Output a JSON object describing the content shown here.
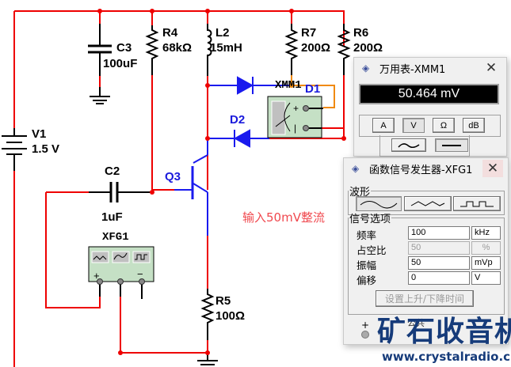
{
  "components": {
    "v1": {
      "ref": "V1",
      "value": "1.5 V"
    },
    "c3": {
      "ref": "C3",
      "value": "100uF"
    },
    "r4": {
      "ref": "R4",
      "value": "68kΩ"
    },
    "l2": {
      "ref": "L2",
      "value": "15mH"
    },
    "r7": {
      "ref": "R7",
      "value": "200Ω"
    },
    "r6": {
      "ref": "R6",
      "value": "200Ω"
    },
    "c2": {
      "ref": "C2",
      "value": "1uF"
    },
    "q3": {
      "ref": "Q3"
    },
    "r5": {
      "ref": "R5",
      "value": "100Ω"
    },
    "d1": {
      "ref": "D1"
    },
    "d2": {
      "ref": "D2"
    },
    "xmm1": {
      "ref": "XMM1"
    },
    "xfg1": {
      "ref": "XFG1",
      "terminals": [
        "+",
        "",
        "−"
      ]
    }
  },
  "annotation": "输入50mV整流",
  "colors": {
    "wire_red": "#ee0000",
    "wire_blue": "#1a1aee",
    "wire_orange": "#f08a10",
    "instrument_green": "#c5e0c5",
    "label_blue": "#1a1adc",
    "annotation": "#f0484e"
  },
  "multimeter": {
    "title": "万用表-XMM1",
    "icon": "instrument-icon",
    "reading": "50.464 mV",
    "mode_buttons": [
      {
        "label": "A",
        "active": false
      },
      {
        "label": "V",
        "active": true
      },
      {
        "label": "Ω",
        "active": false
      },
      {
        "label": "dB",
        "active": false
      }
    ],
    "coupling": [
      {
        "name": "ac",
        "active": false
      },
      {
        "name": "dc",
        "active": true
      }
    ]
  },
  "function_generator": {
    "title": "函数信号发生器-XFG1",
    "icon": "instrument-icon",
    "waveform_group": "波形",
    "waveforms": [
      {
        "name": "sine",
        "active": true
      },
      {
        "name": "triangle",
        "active": false
      },
      {
        "name": "square",
        "active": false
      }
    ],
    "options_group": "信号选项",
    "params": [
      {
        "label": "频率",
        "value": "100",
        "unit": "kHz",
        "disabled": false
      },
      {
        "label": "占空比",
        "value": "50",
        "unit": "%",
        "disabled": true
      },
      {
        "label": "振幅",
        "value": "50",
        "unit": "mVp",
        "disabled": false
      },
      {
        "label": "偏移",
        "value": "0",
        "unit": "V",
        "disabled": false
      }
    ],
    "rise_fall_button": "设置上升/下降时间",
    "bottom_terminal": "+",
    "partial_label": "公共"
  },
  "watermark": {
    "logo": "矿石收音机",
    "url": "www.crystalradio.cn"
  }
}
